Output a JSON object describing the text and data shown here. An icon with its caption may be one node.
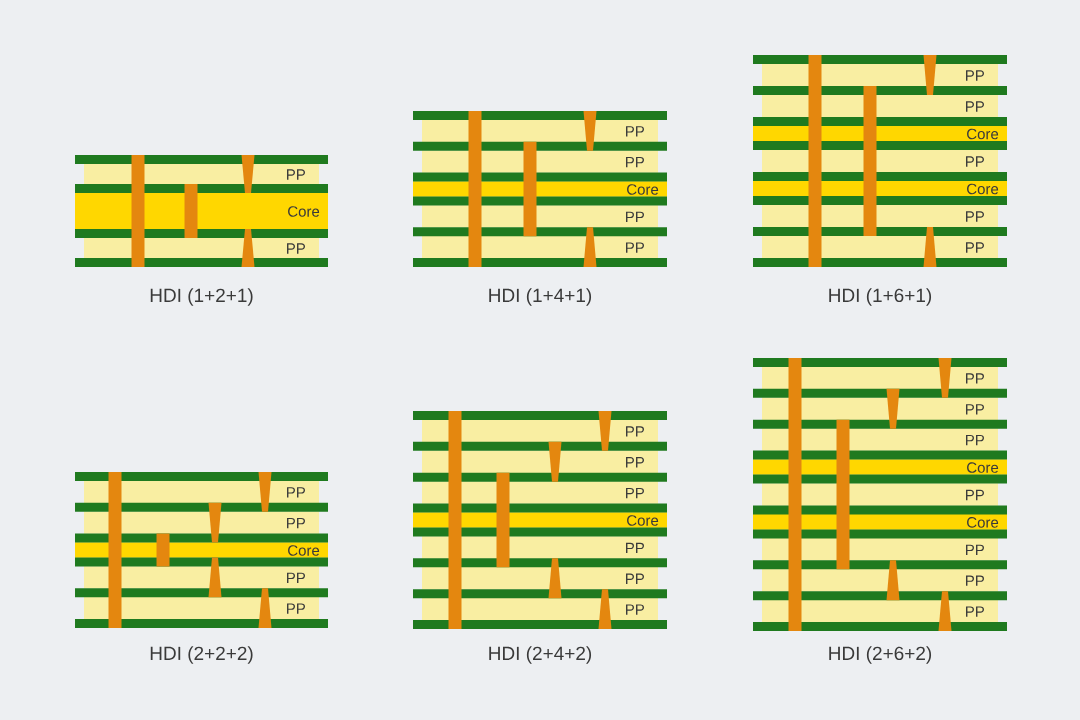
{
  "diagram": {
    "nodes": [
      {
        "text": [
          "HDI (1+2+1)"
        ]
      },
      {
        "text": [
          "PP"
        ],
        "in": 0
      },
      {
        "text": [
          "Core"
        ],
        "in": 0
      },
      {
        "text": [
          "PP"
        ],
        "in": 0
      },
      {
        "text": [],
        "shape": "bar",
        "in": 0
      },
      {
        "text": [],
        "shape": "bar",
        "in": 0
      },
      {
        "text": [
          "HDI (1+4+1)"
        ]
      },
      {
        "text": [
          "PP"
        ],
        "in": 6
      },
      {
        "text": [
          "PP"
        ],
        "in": 6
      },
      {
        "text": [
          "Core"
        ],
        "in": 6
      },
      {
        "text": [
          "PP"
        ],
        "in": 6
      },
      {
        "text": [
          "PP"
        ],
        "in": 6
      },
      {
        "text": [],
        "shape": "bar",
        "in": 6
      },
      {
        "text": [],
        "shape": "bar",
        "in": 6
      },
      {
        "text": [
          "HDI (1+6+1)"
        ]
      },
      {
        "text": [
          "PP"
        ],
        "in": 14
      },
      {
        "text": [
          "PP"
        ],
        "in": 14
      },
      {
        "text": [
          "Core"
        ],
        "in": 14
      },
      {
        "text": [
          "PP"
        ],
        "in": 14
      },
      {
        "text": [
          "Core"
        ],
        "in": 14
      },
      {
        "text": [
          "PP"
        ],
        "in": 14
      },
      {
        "text": [
          "PP"
        ],
        "in": 14
      },
      {
        "text": [],
        "shape": "bar",
        "in": 14
      },
      {
        "text": [],
        "shape": "bar",
        "in": 14
      },
      {
        "text": [
          "HDI (2+2+2)"
        ]
      },
      {
        "text": [
          "PP"
        ],
        "in": 24
      },
      {
        "text": [
          "PP"
        ],
        "in": 24
      },
      {
        "text": [
          "Core"
        ],
        "in": 24
      },
      {
        "text": [
          "PP"
        ],
        "in": 24
      },
      {
        "text": [
          "PP"
        ],
        "in": 24
      },
      {
        "text": [],
        "shape": "bar",
        "in": 24
      },
      {
        "text": [],
        "shape": "bar",
        "in": 24
      },
      {
        "text": [
          "HDI (2+4+2)"
        ]
      },
      {
        "text": [
          "PP"
        ],
        "in": 32
      },
      {
        "text": [
          "PP"
        ],
        "in": 32
      },
      {
        "text": [
          "PP"
        ],
        "in": 32
      },
      {
        "text": [
          "Core"
        ],
        "in": 32
      },
      {
        "text": [
          "PP"
        ],
        "in": 32
      },
      {
        "text": [
          "PP"
        ],
        "in": 32
      },
      {
        "text": [
          "PP"
        ],
        "in": 32
      },
      {
        "text": [],
        "shape": "bar",
        "in": 32
      },
      {
        "text": [],
        "shape": "bar",
        "in": 32
      },
      {
        "text": [
          "HDI (2+6+2)"
        ]
      },
      {
        "text": [
          "PP"
        ],
        "in": 42
      },
      {
        "text": [
          "PP"
        ],
        "in": 42
      },
      {
        "text": [
          "PP"
        ],
        "in": 42
      },
      {
        "text": [
          "Core"
        ],
        "in": 42
      },
      {
        "text": [
          "PP"
        ],
        "in": 42
      },
      {
        "text": [
          "Core"
        ],
        "in": 42
      },
      {
        "text": [
          "PP"
        ],
        "in": 42
      },
      {
        "text": [
          "PP"
        ],
        "in": 42
      },
      {
        "text": [
          "PP"
        ],
        "in": 42
      },
      {
        "text": [],
        "shape": "bar",
        "in": 42
      },
      {
        "text": [],
        "shape": "bar",
        "in": 42
      }
    ]
  }
}
